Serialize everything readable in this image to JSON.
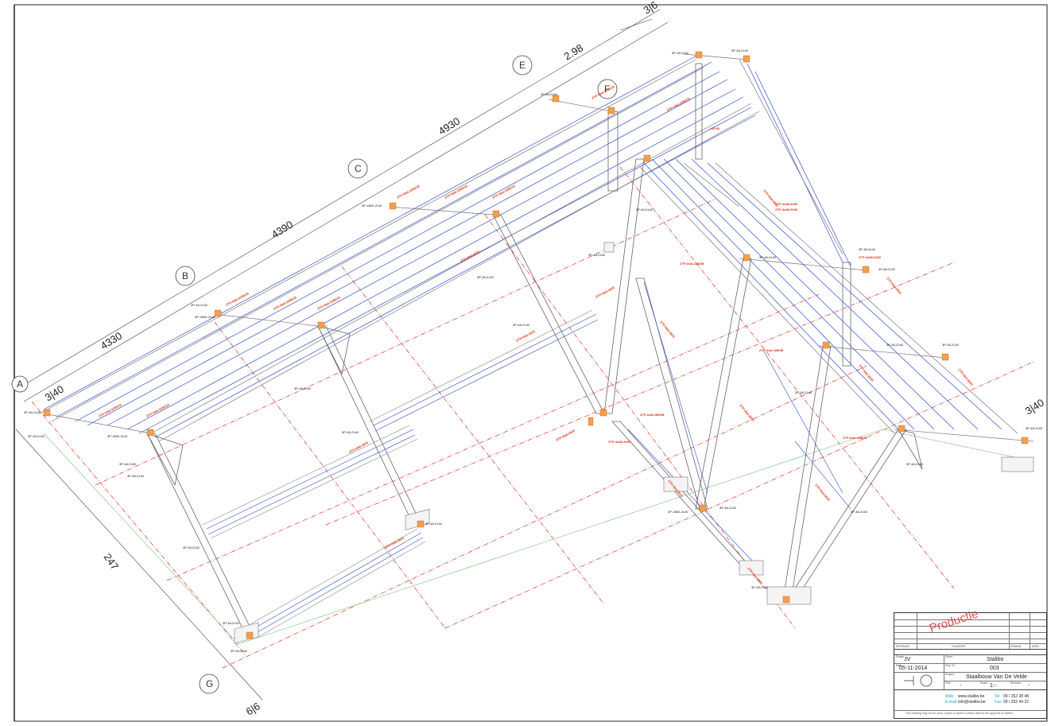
{
  "drawing": {
    "dimensions": [
      "3|6",
      "2.98",
      "4930",
      "4390",
      "4330",
      "3|40",
      "3|40",
      "247",
      "6|6"
    ],
    "grid_axes": [
      "E",
      "F",
      "C",
      "B",
      "A",
      "G"
    ],
    "part_labels_black": [
      "3P-48-2140",
      "3P-1800-2140",
      "3P-48-2180",
      "3P-88-2140",
      "3P-48-3140"
    ],
    "part_labels_red": [
      "ZTP-hbd-3289/19",
      "ZTP-3x88-3250",
      "ZTP-hbd-2620",
      "ZTP-hbd-2850/B",
      "2x3.50"
    ]
  },
  "title_block": {
    "revision_header": "REVISION",
    "changes_header": "CHANGES",
    "drawn_header": "DRAWN",
    "date_header": "DATE",
    "stamp": "Productie",
    "drawn_label": "Drawn",
    "drawn_value": "JV",
    "client_label": "Client",
    "client_value": "Stalibo",
    "date_label": "Date",
    "date_value": "05-11-2014",
    "project_no_label": "Proj. N°",
    "project_no_value": "003",
    "project_label": "Project",
    "project_value": "Staalbouw Van De Velde",
    "part_label": "Part",
    "part_value": "-",
    "scale_label": "Scale",
    "scale_value": "1:-",
    "revision_label": "Revision",
    "revision_value": "-",
    "web_label": "Web",
    "web_value": "www.stalibo.be",
    "email_label": "E-mail",
    "email_value": "info@stalibo.be",
    "tel_label": "Tel",
    "tel_value": "09 / 252 28 48",
    "fax_label": "Fax",
    "fax_value": "09 / 252 44 22",
    "footer": "This drawing may not be used, copied or given to others without the approval of Stalibo"
  }
}
